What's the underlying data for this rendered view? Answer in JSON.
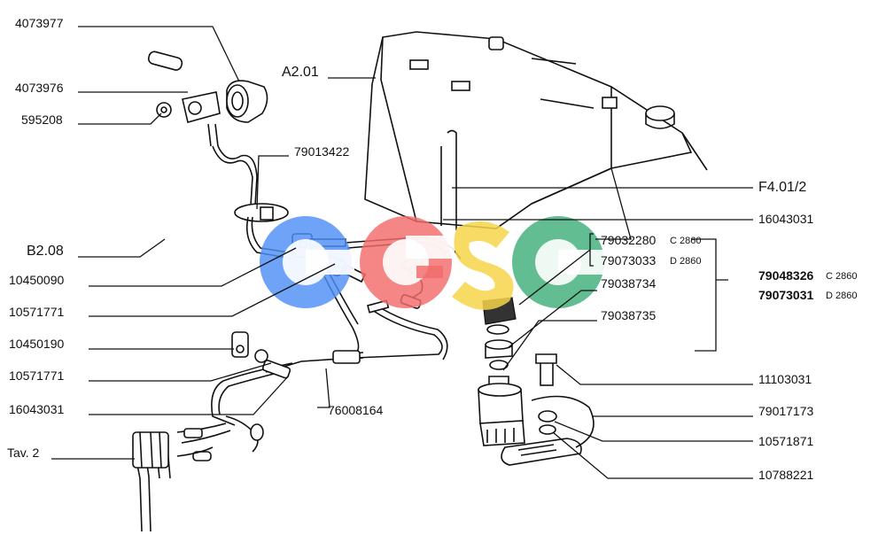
{
  "watermark": {
    "letters": [
      {
        "char": "C",
        "color": "#4f8ff7"
      },
      {
        "char": "G",
        "color": "#f26b6b"
      },
      {
        "char": "S",
        "color": "#f7d54a"
      },
      {
        "char": "C",
        "color": "#3fae7a"
      }
    ]
  },
  "labels_left": [
    {
      "id": "lbl-4073977",
      "text": "4073977"
    },
    {
      "id": "lbl-4073976",
      "text": "4073976"
    },
    {
      "id": "lbl-595208",
      "text": "595208"
    },
    {
      "id": "lbl-b208",
      "text": "B2.08"
    },
    {
      "id": "lbl-10450090",
      "text": "10450090"
    },
    {
      "id": "lbl-10571771a",
      "text": "10571771"
    },
    {
      "id": "lbl-10450190",
      "text": "10450190"
    },
    {
      "id": "lbl-10571771b",
      "text": "10571771"
    },
    {
      "id": "lbl-16043031a",
      "text": "16043031"
    },
    {
      "id": "lbl-tav2",
      "text": "Tav. 2"
    }
  ],
  "labels_center": {
    "a201": "A2.01",
    "p79013422": "79013422",
    "p76008164": "76008164"
  },
  "labels_right": {
    "f4012": "F4.01/2",
    "p16043031b": "16043031",
    "p79032280": "79032280",
    "c2860a": "C 2860",
    "p79073033": "79073033",
    "d2860a": "D 2860",
    "p79048326": "79048326",
    "c2860b": "C 2860",
    "p79073031": "79073031",
    "d2860b": "D 2860",
    "p79038734": "79038734",
    "p79038735": "79038735",
    "p11103031": "11103031",
    "p79017173": "79017173",
    "p10571871": "10571871",
    "p10788221": "10788221"
  }
}
